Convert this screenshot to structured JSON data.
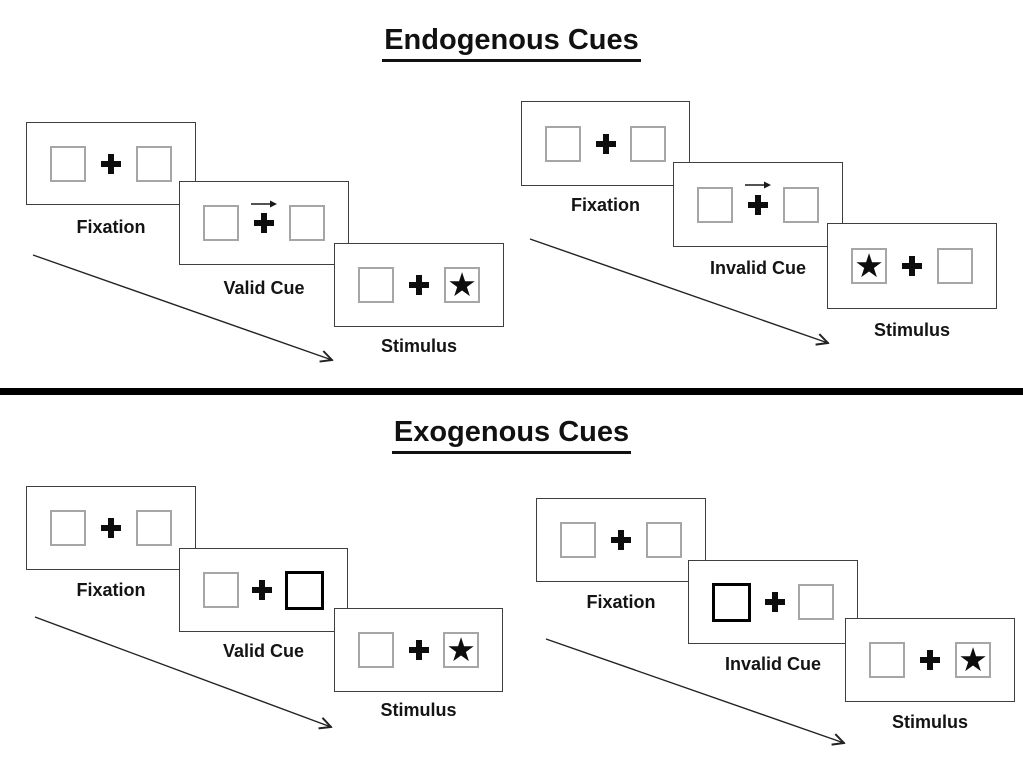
{
  "page": {
    "background": "#ffffff",
    "divider_color": "#000000"
  },
  "glyphs": {
    "star": "★"
  },
  "colors": {
    "panel_border": "#3f3f3f",
    "placeholder_box_border": "#a6a6a6",
    "exogenous_cue_box_border": "#000000",
    "ink": "#111111"
  },
  "sections": [
    {
      "title": "Endogenous Cues",
      "groups": [
        {
          "name": "valid-sequence",
          "panels": [
            {
              "label": "Fixation",
              "left_box": "empty",
              "right_box": "empty"
            },
            {
              "label": "Valid Cue",
              "left_box": "empty",
              "right_box": "empty",
              "cue_arrow_direction": "right"
            },
            {
              "label": "Stimulus",
              "left_box": "empty",
              "right_box": "star"
            }
          ]
        },
        {
          "name": "invalid-sequence",
          "panels": [
            {
              "label": "Fixation",
              "left_box": "empty",
              "right_box": "empty"
            },
            {
              "label": "Invalid Cue",
              "left_box": "empty",
              "right_box": "empty",
              "cue_arrow_direction": "right"
            },
            {
              "label": "Stimulus",
              "left_box": "star",
              "right_box": "empty"
            }
          ]
        }
      ]
    },
    {
      "title": "Exogenous Cues",
      "groups": [
        {
          "name": "valid-sequence",
          "panels": [
            {
              "label": "Fixation",
              "left_box": "empty",
              "right_box": "empty"
            },
            {
              "label": "Valid Cue",
              "left_box": "empty",
              "right_box": "thick-outline"
            },
            {
              "label": "Stimulus",
              "left_box": "empty",
              "right_box": "star"
            }
          ]
        },
        {
          "name": "invalid-sequence",
          "panels": [
            {
              "label": "Fixation",
              "left_box": "empty",
              "right_box": "empty"
            },
            {
              "label": "Invalid Cue",
              "left_box": "thick-outline",
              "right_box": "empty"
            },
            {
              "label": "Stimulus",
              "left_box": "empty",
              "right_box": "star"
            }
          ]
        }
      ]
    }
  ]
}
